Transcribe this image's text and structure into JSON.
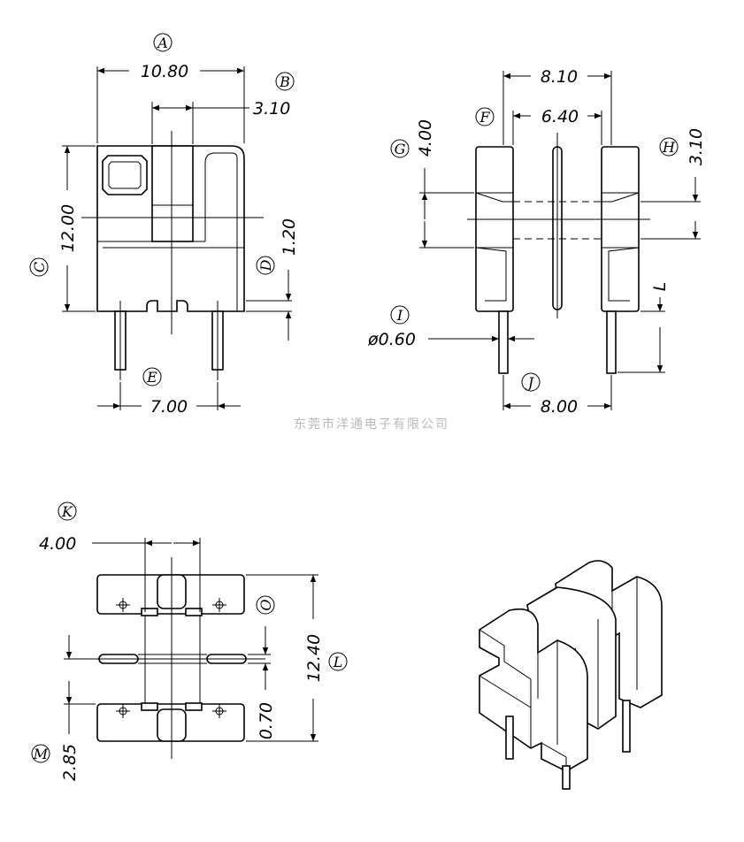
{
  "dimensions": {
    "A": "10.80",
    "B": "3.10",
    "C": "12.00",
    "D": "1.20",
    "E": "7.00",
    "F": "6.40",
    "G": "4.00",
    "H": "3.10",
    "I": "ø0.60",
    "J": "8.00",
    "K": "4.00",
    "L": "12.40",
    "M": "2.85",
    "O": "0.70",
    "top": "8.10",
    "pin_length": "L"
  },
  "tags": {
    "A": "A",
    "B": "B",
    "C": "C",
    "D": "D",
    "E": "E",
    "F": "F",
    "G": "G",
    "H": "H",
    "I": "I",
    "J": "J",
    "K": "K",
    "L": "L",
    "M": "M",
    "O": "O"
  },
  "watermark": "东莞市洋通电子有限公司"
}
